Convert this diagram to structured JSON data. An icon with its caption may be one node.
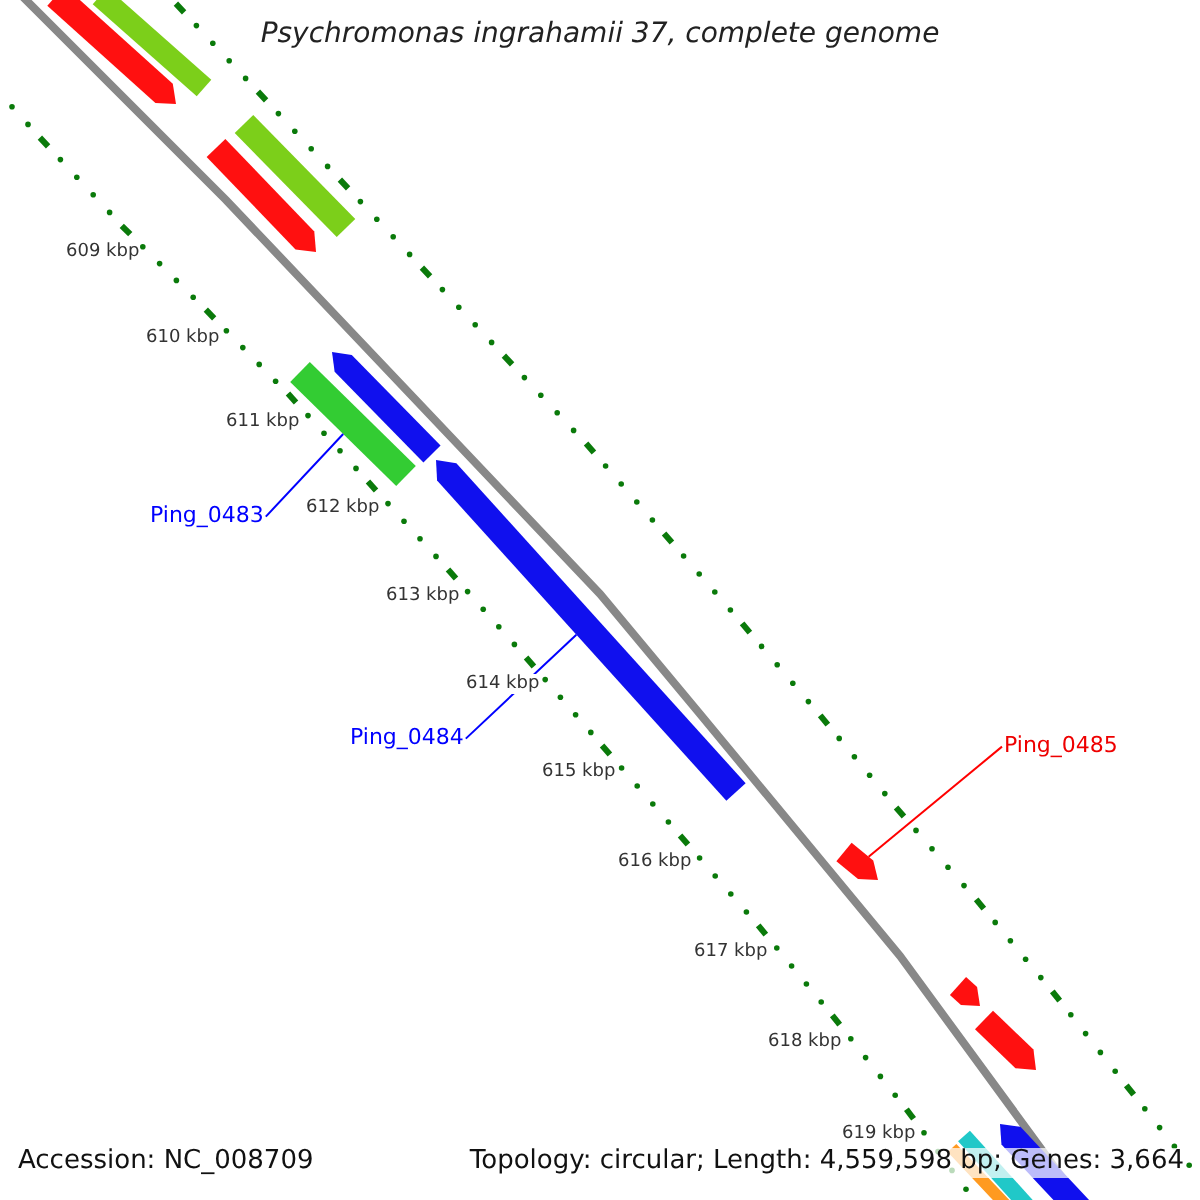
{
  "diagram": {
    "title": "Psychromonas ingrahamii 37, complete genome",
    "nodes": [
      {
        "text": [
          "Ping_0483"
        ]
      },
      {
        "text": [],
        "shape": "bar"
      },
      {
        "text": [
          "Ping_0484"
        ]
      },
      {
        "text": [],
        "shape": "bar"
      },
      {
        "text": [
          "Ping_0485"
        ]
      },
      {
        "text": [],
        "shape": "bar"
      }
    ],
    "edges": [
      {
        "from": 0,
        "to": 1,
        "arrow": "none"
      },
      {
        "from": 2,
        "to": 3,
        "arrow": "none"
      },
      {
        "from": 4,
        "to": 5,
        "arrow": "none",
        "color": "#ff0000"
      }
    ],
    "labels": [
      "609 kbp",
      "610 kbp",
      "611 kbp",
      "612 kbp",
      "613 kbp",
      "614 kbp",
      "615 kbp",
      "616 kbp",
      "617 kbp",
      "618 kbp",
      "619 kbp",
      "Accession: NC_008709",
      "Topology: circular; Length: 4,559,598 bp; Genes: 3,664"
    ]
  }
}
